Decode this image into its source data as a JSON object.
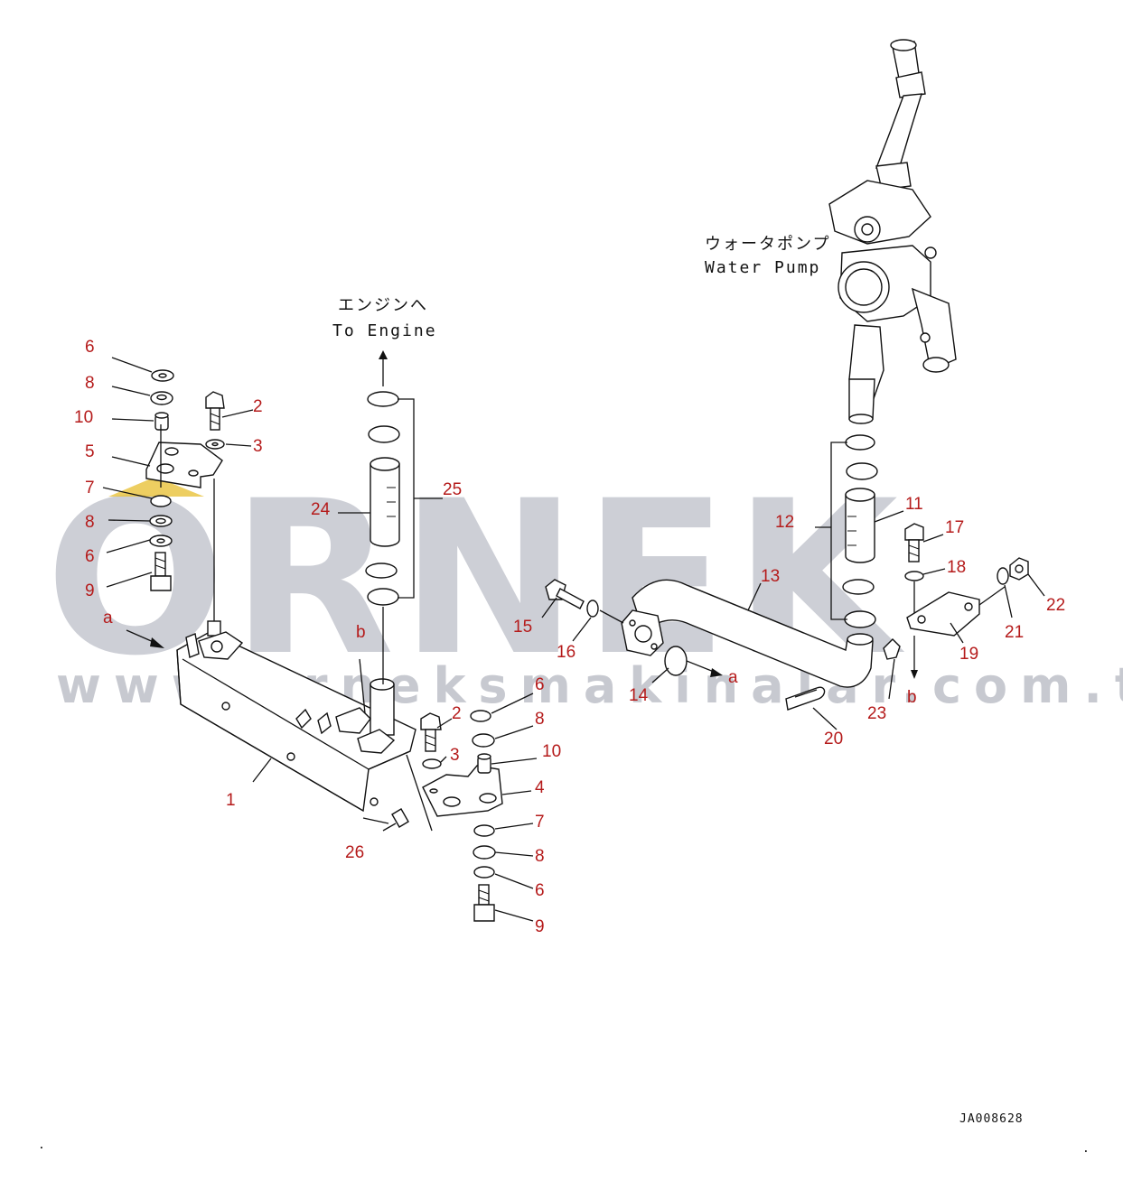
{
  "watermark": {
    "brand": "ORNEK",
    "url": "www.orneksmakinalar.com.tr"
  },
  "captions": {
    "engine_jp": "エンジンへ",
    "engine_en": "To Engine",
    "pump_jp": "ウォータポンプ",
    "pump_en": "Water Pump"
  },
  "drawing_code": "JA008628",
  "callouts": [
    "6",
    "8",
    "10",
    "5",
    "7",
    "8",
    "6",
    "9",
    "2",
    "3",
    "a",
    "1",
    "b",
    "24",
    "25",
    "26",
    "2",
    "6",
    "3",
    "8",
    "10",
    "4",
    "7",
    "8",
    "6",
    "9",
    "15",
    "16",
    "13",
    "14",
    "a",
    "12",
    "11",
    "17",
    "18",
    "22",
    "21",
    "19",
    "23",
    "20",
    "b"
  ],
  "colors": {
    "callout": "#b51b1b",
    "watermark": "#cdcfd6",
    "accent": "#e8c23a"
  }
}
